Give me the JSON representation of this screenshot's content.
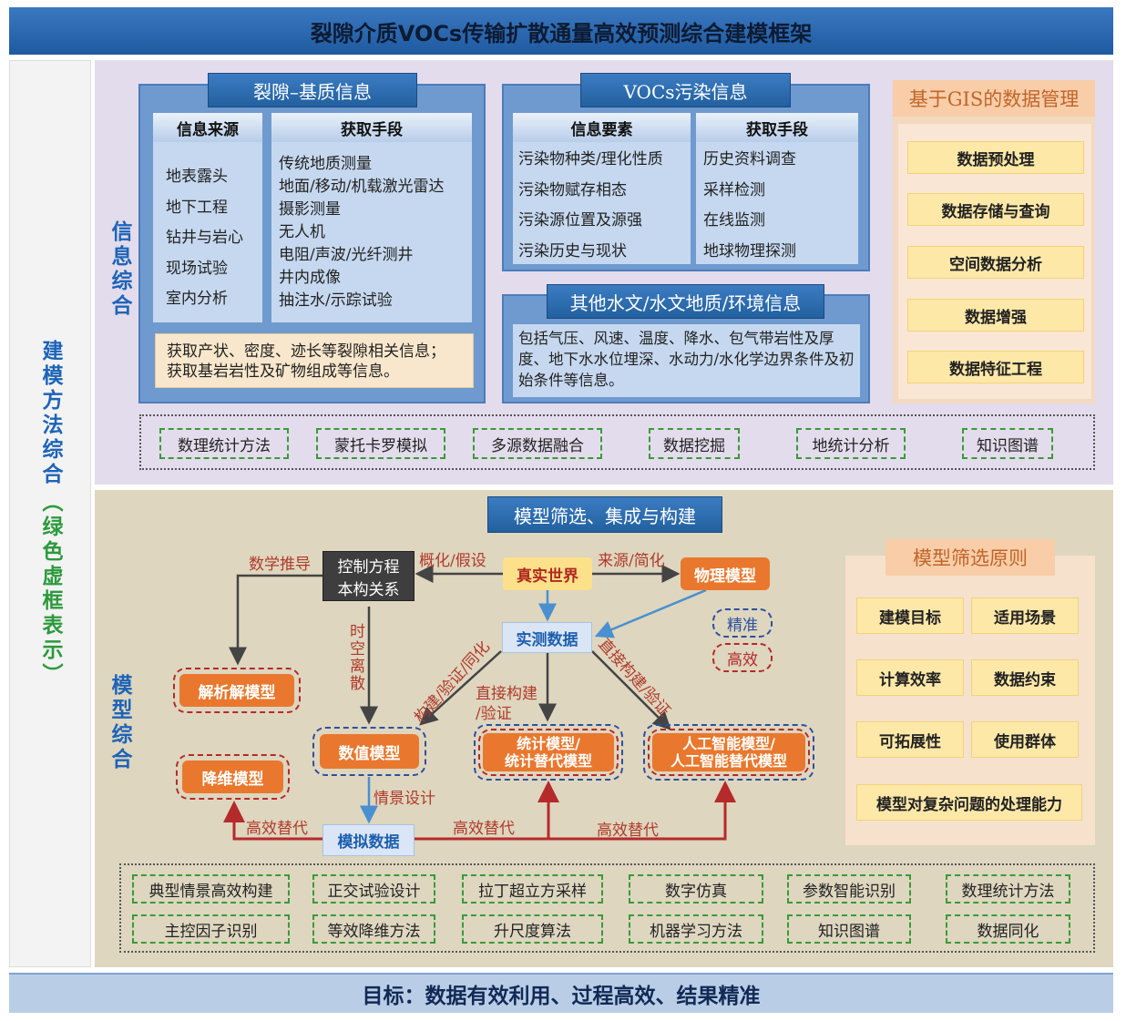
{
  "title": "裂隙介质VOCs传输扩散通量高效预测综合建模框架",
  "goal": "目标：数据有效利用、过程高效、结果精准",
  "left": {
    "label": "建模方法综合",
    "note": "（绿色虚框表示）"
  },
  "info": {
    "section_label": "信息综合",
    "fracture": {
      "title": "裂隙–基质信息",
      "col1_header": "信息来源",
      "col2_header": "获取手段",
      "sources": [
        "地表露头",
        "地下工程",
        "钻井与岩心",
        "现场试验",
        "室内分析"
      ],
      "methods": [
        "传统地质测量",
        "地面/移动/机载激光雷达",
        "摄影测量",
        "无人机",
        "电阻/声波/光纤测井",
        "井内成像",
        "抽注水/示踪试验"
      ],
      "summary": [
        "获取产状、密度、迹长等裂隙相关信息；",
        "获取基岩岩性及矿物组成等信息。"
      ]
    },
    "vocs": {
      "title": "VOCs污染信息",
      "col1_header": "信息要素",
      "col2_header": "获取手段",
      "elements": [
        "污染物种类/理化性质",
        "污染物赋存相态",
        "污染源位置及源强",
        "污染历史与现状"
      ],
      "methods": [
        "历史资料调查",
        "采样检测",
        "在线监测",
        "地球物理探测"
      ]
    },
    "other": {
      "title": "其他水文/水文地质/环境信息",
      "text": "包括气压、风速、温度、降水、包气带岩性及厚度、地下水水位埋深、水动力/水化学边界条件及初始条件等信息。"
    },
    "gis": {
      "title": "基于GIS的数据管理",
      "items": [
        "数据预处理",
        "数据存储与查询",
        "空间数据分析",
        "数据增强",
        "数据特征工程"
      ]
    },
    "methods": [
      "数理统计方法",
      "蒙托卡罗模拟",
      "多源数据融合",
      "数据挖掘",
      "地统计分析",
      "知识图谱"
    ]
  },
  "model": {
    "section_label": "模型综合",
    "title": "模型筛选、集成与构建",
    "nodes": {
      "governing": [
        "控制方程",
        "本构关系"
      ],
      "real_world": "真实世界",
      "physical": "物理模型",
      "measured": "实测数据",
      "analytic": "解析解模型",
      "numerical": "数值模型",
      "statistical": [
        "统计模型/",
        "统计替代模型"
      ],
      "ai": [
        "人工智能模型/",
        "人工智能替代模型"
      ],
      "reduced": "降维模型",
      "simulated": "模拟数据"
    },
    "labels": {
      "math": "数学推导",
      "generalize": "概化/假设",
      "source": "来源/简化",
      "discrete": "时空离散",
      "build_assim": "构建/验证/同化",
      "direct1": "直接构建",
      "direct2": "/验证",
      "direct_ai": "直接构建/验证",
      "scenario": "情景设计",
      "sub1": "高效替代",
      "sub2": "高效替代",
      "sub3": "高效替代"
    },
    "legend": {
      "accurate": "精准",
      "efficient": "高效"
    },
    "colors": {
      "accurate": "#2e4f9e",
      "efficient": "#b52a2a",
      "methods": "#3a9a3a"
    },
    "principles": {
      "title": "模型筛选原则",
      "items": [
        "建模目标",
        "适用场景",
        "计算效率",
        "数据约束",
        "可拓展性",
        "使用群体"
      ],
      "wide": "模型对复杂问题的处理能力"
    },
    "methods_row1": [
      "典型情景高效构建",
      "正交试验设计",
      "拉丁超立方采样",
      "数字仿真",
      "参数智能识别",
      "数理统计方法"
    ],
    "methods_row2": [
      "主控因子识别",
      "等效降维方法",
      "升尺度算法",
      "机器学习方法",
      "知识图谱",
      "数据同化"
    ]
  }
}
